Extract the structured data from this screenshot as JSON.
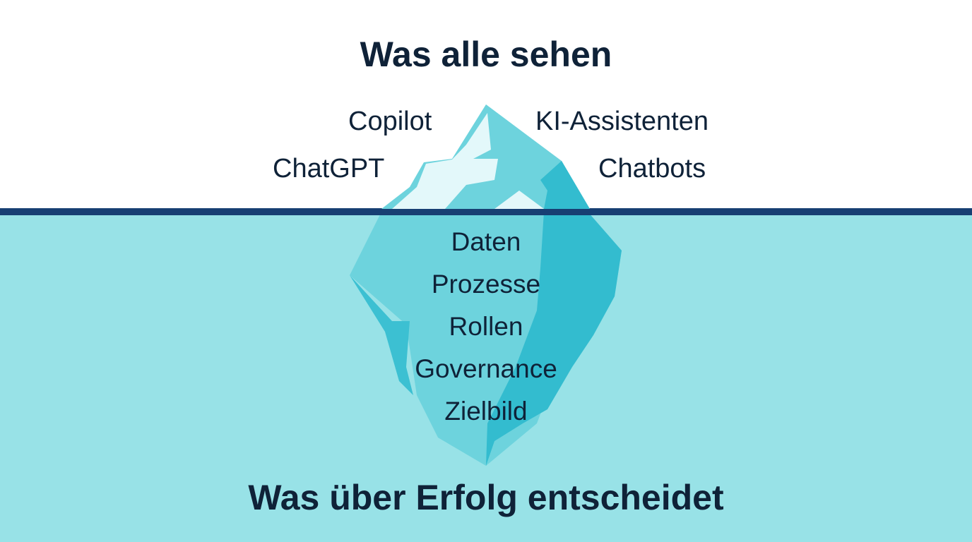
{
  "diagram": {
    "type": "iceberg",
    "title_above": "Was alle sehen",
    "title_below": "Was über Erfolg entscheidet",
    "above_water_items": [
      {
        "label": "Copilot",
        "side": "left"
      },
      {
        "label": "KI-Assistenten",
        "side": "right"
      },
      {
        "label": "ChatGPT",
        "side": "left"
      },
      {
        "label": "Chatbots",
        "side": "right"
      }
    ],
    "below_water_items": [
      "Daten",
      "Prozesse",
      "Rollen",
      "Governance",
      "Zielbild"
    ],
    "colors": {
      "text": "#0f2238",
      "waterline": "#173f73",
      "water": "#98e2e7",
      "sky": "#ffffff",
      "ice_light": "#e3f8fa",
      "ice_mid": "#6dd3dd",
      "ice_dark": "#33bccf"
    }
  }
}
